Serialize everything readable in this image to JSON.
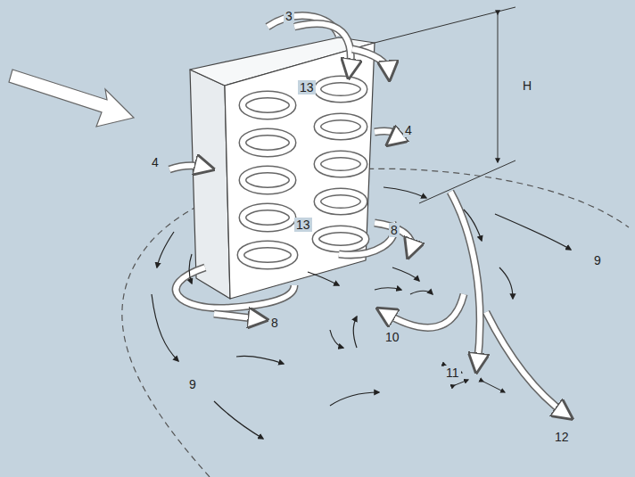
{
  "diagram": {
    "labels": [
      "3",
      "H",
      "13",
      "4",
      "4",
      "13",
      "8",
      "9",
      "8",
      "10",
      "9",
      "11",
      "12"
    ]
  }
}
